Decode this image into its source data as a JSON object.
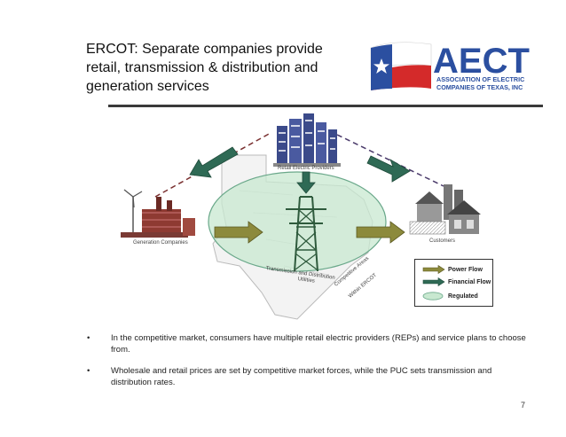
{
  "title": "ERCOT: Separate companies provide retail, transmission & distribution and generation services",
  "logo": {
    "acronym": "AECT",
    "line1": "ASSOCIATION OF ELECTRIC",
    "line2": "COMPANIES OF TEXAS, INC",
    "colors": {
      "blue": "#2b4fa0",
      "red": "#d42a2a",
      "white": "#ffffff"
    }
  },
  "diagram": {
    "labels": {
      "retail": "Retail Electric Providers",
      "generation": "Generation Companies",
      "customers": "Customers",
      "tdu_line1": "Transmission and Distribution",
      "tdu_line2": "Utilities",
      "competitive_line1": "Competitive Areas",
      "competitive_line2": "Within ERCOT"
    },
    "colors": {
      "power_flow": "#8c8a3c",
      "financial_flow": "#2f6a55",
      "regulated": "#c8e8d0"
    }
  },
  "legend": {
    "power_flow": "Power Flow",
    "financial_flow": "Financial Flow",
    "regulated": "Regulated"
  },
  "bullets": [
    {
      "marker": "•",
      "text": "In the competitive market, consumers have multiple retail electric providers (REPs) and service plans to choose from."
    },
    {
      "marker": "•",
      "text": "Wholesale and retail prices are set by competitive market forces, while the PUC sets transmission and distribution rates."
    }
  ],
  "page_number": "7"
}
